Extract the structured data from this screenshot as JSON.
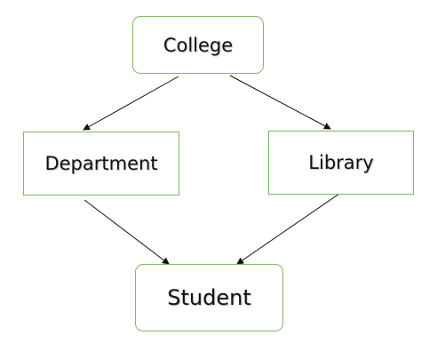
{
  "nodes": {
    "college": "College",
    "department": "Department",
    "library": "Library",
    "student": "Student"
  },
  "edges": [
    {
      "from": "College",
      "to": "Department"
    },
    {
      "from": "College",
      "to": "Library"
    },
    {
      "from": "Department",
      "to": "Student"
    },
    {
      "from": "Library",
      "to": "Student"
    }
  ],
  "colors": {
    "node_border": "#7fb866",
    "edge": "#111111",
    "text": "#111111"
  }
}
